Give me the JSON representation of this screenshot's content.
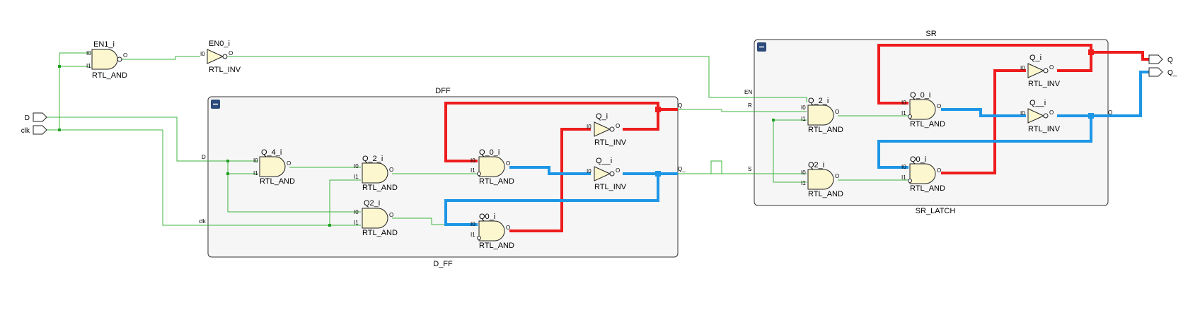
{
  "inputs": {
    "d": "D",
    "clk": "clk"
  },
  "outputs": {
    "q": "Q",
    "q_bar": "Q_"
  },
  "top_gates": {
    "en1": {
      "name": "EN1_i",
      "type": "RTL_AND",
      "pin0": "I0",
      "pin1": "I1",
      "pout": "O"
    },
    "en0": {
      "name": "EN0_i",
      "type": "RTL_INV",
      "pin0": "I0",
      "pout": "O"
    }
  },
  "dff": {
    "title": "DFF",
    "subtitle": "D_FF",
    "port_d": "D",
    "port_clk": "clk",
    "port_q": "Q",
    "port_qbar": "Q_",
    "gates": {
      "q4": {
        "name": "Q_4_i",
        "type": "RTL_AND",
        "pin0": "I0",
        "pin1": "I1",
        "pout": "O"
      },
      "q2a": {
        "name": "Q_2_i",
        "type": "RTL_AND",
        "pin0": "I0",
        "pin1": "I1",
        "pout": "O"
      },
      "q2b": {
        "name": "Q2_i",
        "type": "RTL_AND",
        "pin0": "I0",
        "pin1": "I1",
        "pout": "O"
      },
      "q0a": {
        "name": "Q_0_i",
        "type": "RTL_AND",
        "pin0": "I0",
        "pin1": "I1",
        "pout": "O"
      },
      "q0b": {
        "name": "Q0_i",
        "type": "RTL_AND",
        "pin0": "I0",
        "pin1": "I1",
        "pout": "O"
      },
      "qi": {
        "name": "Q_i",
        "type": "RTL_INV",
        "pin0": "I0",
        "pout": "O"
      },
      "qbi": {
        "name": "Q__i",
        "type": "RTL_INV",
        "pin0": "I0",
        "pout": "O"
      }
    }
  },
  "sr": {
    "title": "SR",
    "subtitle": "SR_LATCH",
    "port_en": "EN",
    "port_r": "R",
    "port_s": "S",
    "port_q": "Q",
    "port_qbar": "Q_",
    "gates": {
      "q2a": {
        "name": "Q_2_i",
        "type": "RTL_AND",
        "pin0": "I0",
        "pin1": "I1",
        "pout": "O"
      },
      "q2b": {
        "name": "Q2_i",
        "type": "RTL_AND",
        "pin0": "I0",
        "pin1": "I1",
        "pout": "O"
      },
      "q0a": {
        "name": "Q_0_i",
        "type": "RTL_AND",
        "pin0": "I0",
        "pin1": "I1",
        "pout": "O"
      },
      "q0b": {
        "name": "Q0_i",
        "type": "RTL_AND",
        "pin0": "I0",
        "pin1": "I1",
        "pout": "O"
      },
      "qi": {
        "name": "Q_i",
        "type": "RTL_INV",
        "pin0": "I0",
        "pout": "O"
      },
      "qbi": {
        "name": "Q__i",
        "type": "RTL_INV",
        "pin0": "I0",
        "pout": "O"
      }
    }
  },
  "colors": {
    "wire": "#3cb43c",
    "net_q": "#ee1c1c",
    "net_qbar": "#1e96e6",
    "gate_fill": "#fdf7cf",
    "block_fill": "#f6f6f6",
    "collapse_button": "#2c4a7a"
  }
}
